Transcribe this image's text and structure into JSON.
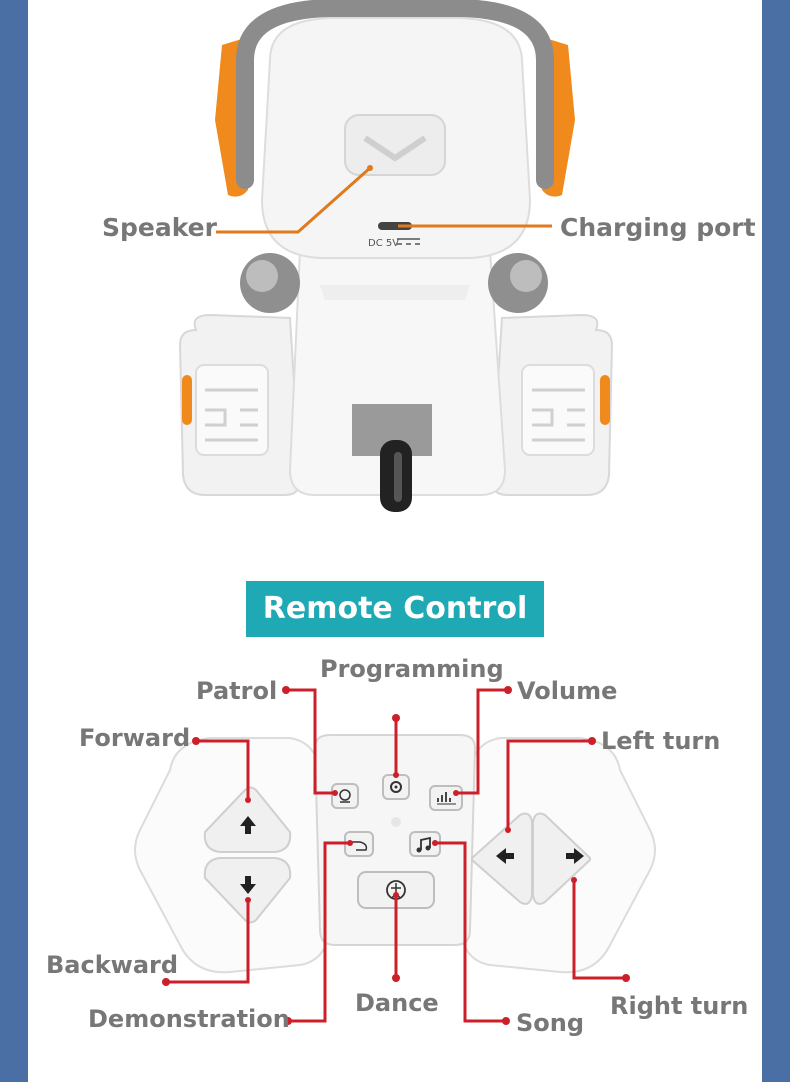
{
  "colors": {
    "side_band": "#4a6fa5",
    "banner": "#1fa9b5",
    "leader_orange": "#e07a1c",
    "leader_red": "#cc1f2a",
    "label_gray": "#777777"
  },
  "robot_labels": {
    "speaker": "Speaker",
    "charging_port": "Charging port",
    "port_marking": "DC 5V"
  },
  "banner": {
    "title": "Remote Control"
  },
  "remote_labels": {
    "programming": "Programming",
    "patrol": "Patrol",
    "volume": "Volume",
    "forward": "Forward",
    "left_turn": "Left turn",
    "backward": "Backward",
    "demonstration": "Demonstration",
    "dance": "Dance",
    "song": "Song",
    "right_turn": "Right turn"
  },
  "icons": [
    "up-arrow-icon",
    "down-arrow-icon",
    "left-arrow-icon",
    "right-arrow-icon",
    "patrol-icon",
    "programming-icon",
    "volume-icon",
    "demonstration-icon",
    "song-icon",
    "dance-icon"
  ]
}
